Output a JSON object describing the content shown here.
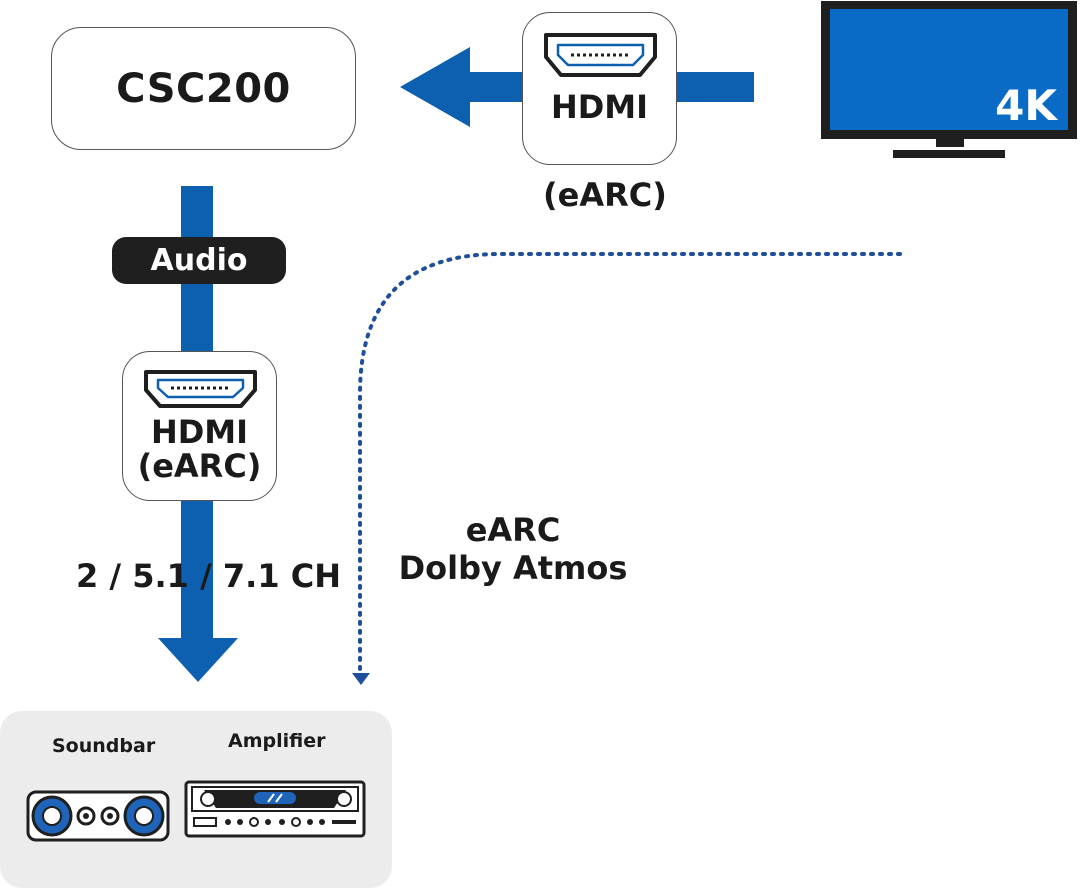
{
  "source_device": {
    "label": "CSC200"
  },
  "tv": {
    "resolution_badge": "4K"
  },
  "input_connection": {
    "port_label": "HDMI",
    "mode_label": "(eARC)"
  },
  "audio_connection": {
    "badge": "Audio",
    "port_label": "HDMI",
    "mode_label": "(eARC)",
    "channels": "2 / 5.1 / 7.1 CH"
  },
  "passthrough": {
    "line1": "eARC",
    "line2": "Dolby Atmos"
  },
  "outputs": {
    "soundbar_label": "Soundbar",
    "amplifier_label": "Amplifier"
  },
  "colors": {
    "arrow_blue": "#0d60b0",
    "screen_blue": "#0a6bc6",
    "dark": "#1f1f1f",
    "panel_gray": "#ececec"
  }
}
